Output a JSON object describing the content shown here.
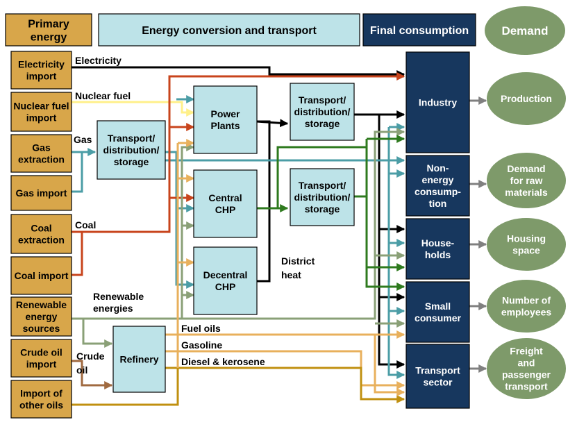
{
  "colors": {
    "primary": "#D8A64A",
    "conversion": "#BDE3E8",
    "final": "#17375E",
    "demand": "#7E9A6A",
    "black": "#000000",
    "electricity": "#000000",
    "nuclear": "#FFF08A",
    "gas": "#4B9DA6",
    "coal": "#C8441C",
    "renewable": "#8AA077",
    "oil_light": "#E8B05C",
    "oil_dark": "#C09010",
    "crude": "#A06A40",
    "district_heat": "#2E7A1E",
    "demand_arrow": "#808080"
  },
  "headers": {
    "primary": [
      "Primary",
      "energy"
    ],
    "conversion": [
      "Energy conversion and transport"
    ],
    "final": [
      "Final consumption"
    ],
    "demand": [
      "Demand"
    ]
  },
  "primary_sources": {
    "electricity_import": [
      "Electricity",
      "import"
    ],
    "nuclear_fuel_import": [
      "Nuclear fuel",
      "import"
    ],
    "gas_extraction": [
      "Gas",
      "extraction"
    ],
    "gas_import": [
      "Gas import"
    ],
    "coal_extraction": [
      "Coal",
      "extraction"
    ],
    "coal_import": [
      "Coal import"
    ],
    "renewable_sources": [
      "Renewable",
      "energy",
      "sources"
    ],
    "crude_oil_import": [
      "Crude oil",
      "import"
    ],
    "other_oils_import": [
      "Import of",
      "other oils"
    ]
  },
  "conversion": {
    "gas_tds": [
      "Transport/",
      "distribution/",
      "storage"
    ],
    "power_plants": [
      "Power",
      "Plants"
    ],
    "central_chp": [
      "Central",
      "CHP"
    ],
    "decentral_chp": [
      "Decentral",
      "CHP"
    ],
    "elec_tds": [
      "Transport/",
      "distribution/",
      "storage"
    ],
    "heat_tds": [
      "Transport/",
      "distribution/",
      "storage"
    ],
    "refinery": [
      "Refinery"
    ]
  },
  "final_consumption": {
    "industry": [
      "Industry"
    ],
    "non_energy": [
      "Non-",
      "energy",
      "consump-",
      "tion"
    ],
    "households": [
      "House-",
      "holds"
    ],
    "small_consumer": [
      "Small",
      "consumer"
    ],
    "transport_sector": [
      "Transport",
      "sector"
    ]
  },
  "demand_items": {
    "production": [
      "Production"
    ],
    "raw_materials": [
      "Demand",
      "for raw",
      "materials"
    ],
    "housing": [
      "Housing",
      "space"
    ],
    "employees": [
      "Number of",
      "employees"
    ],
    "transport": [
      "Freight",
      "and",
      "passenger",
      "transport"
    ]
  },
  "flow_labels": {
    "electricity": [
      "Electricity"
    ],
    "nuclear_fuel": [
      "Nuclear fuel"
    ],
    "gas": [
      "Gas"
    ],
    "coal": [
      "Coal"
    ],
    "renewable": [
      "Renewable",
      "energies"
    ],
    "crude_oil": [
      "Crude",
      "oil"
    ],
    "district_heat": [
      "District",
      "heat"
    ],
    "fuel_oils": [
      "Fuel oils"
    ],
    "gasoline": [
      "Gasoline"
    ],
    "diesel": [
      "Diesel & kerosene"
    ]
  }
}
